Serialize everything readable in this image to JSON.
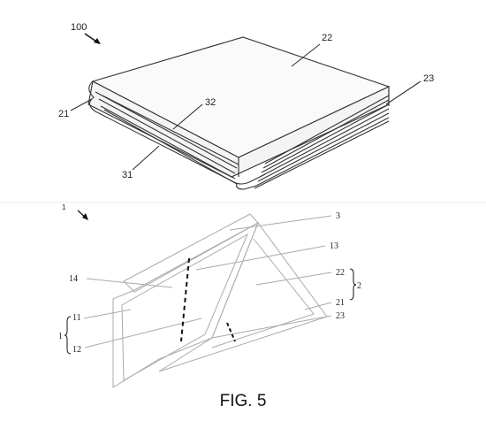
{
  "figure_top": {
    "ref_main": "100",
    "labels": {
      "l21": "21",
      "l22": "22",
      "l23": "23",
      "l31": "31",
      "l32": "32"
    }
  },
  "figure_bottom": {
    "ref_main_partial": "1",
    "labels": {
      "l3": "3",
      "l13": "13",
      "l14": "14",
      "l22": "22",
      "l2": "2",
      "l21": "21",
      "l23": "23",
      "l11": "11",
      "l1": "1",
      "l12": "12"
    }
  },
  "caption": "FIG. 5"
}
